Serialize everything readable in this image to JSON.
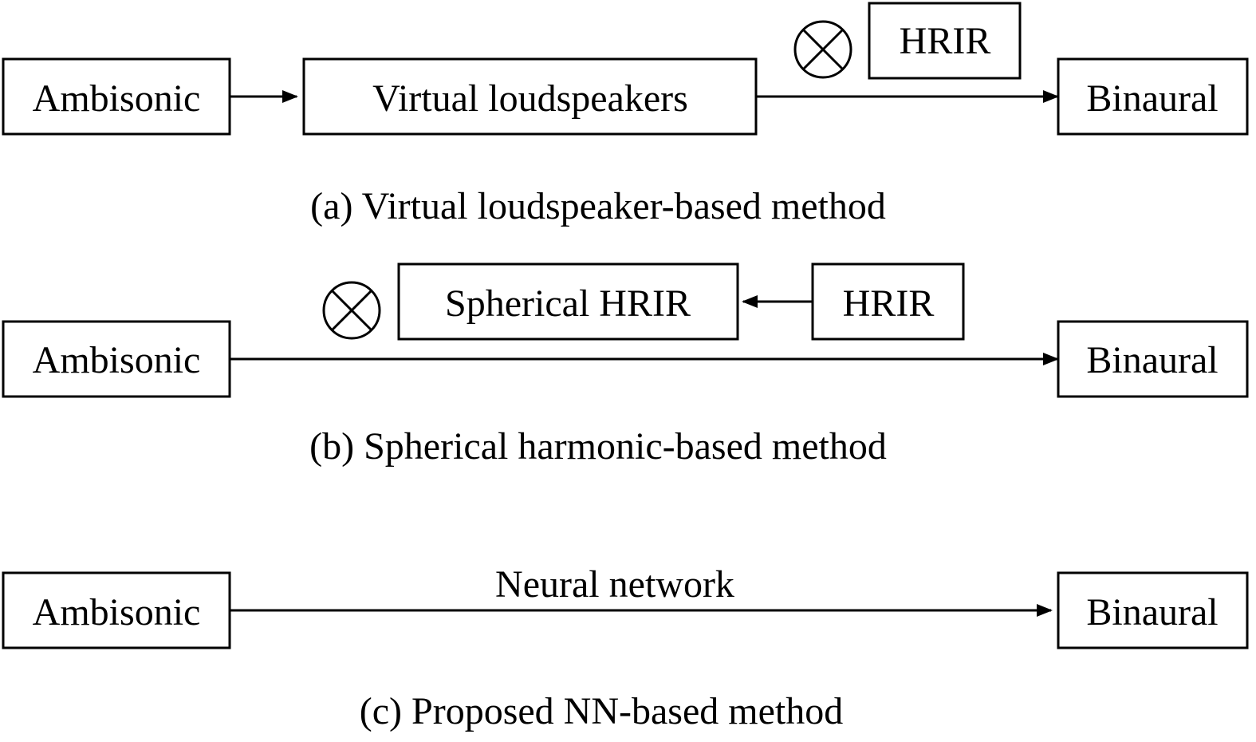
{
  "panels": {
    "a": {
      "input_label": "Ambisonic",
      "middle_label": "Virtual loudspeakers",
      "filter_label": "HRIR",
      "output_label": "Binaural",
      "caption": "(a) Virtual loudspeaker-based method"
    },
    "b": {
      "input_label": "Ambisonic",
      "filter_label": "Spherical HRIR",
      "source_label": "HRIR",
      "output_label": "Binaural",
      "caption": "(b) Spherical harmonic-based method"
    },
    "c": {
      "input_label": "Ambisonic",
      "edge_label": "Neural network",
      "output_label": "Binaural",
      "caption": "(c) Proposed NN-based method"
    }
  },
  "symbols": {
    "convolution": "convolution-operator-icon"
  },
  "colors": {
    "stroke": "#000000",
    "background": "#ffffff"
  }
}
